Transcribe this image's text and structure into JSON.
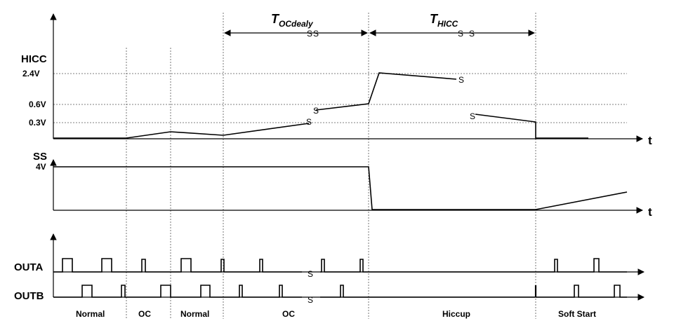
{
  "signals": {
    "hicc": "HICC",
    "ss": "SS",
    "outa": "OUTA",
    "outb": "OUTB"
  },
  "levels": {
    "v24": "2.4V",
    "v06": "0.6V",
    "v03": "0.3V",
    "v4": "4V"
  },
  "time_label": "t",
  "intervals": {
    "oc_delay_main": "T",
    "oc_delay_sub": "OCdealy",
    "hicc_main": "T",
    "hicc_sub": "HICC"
  },
  "phases": [
    "Normal",
    "OC",
    "Normal",
    "OC",
    "Hiccup",
    "Soft Start"
  ],
  "break_mark": "S"
}
